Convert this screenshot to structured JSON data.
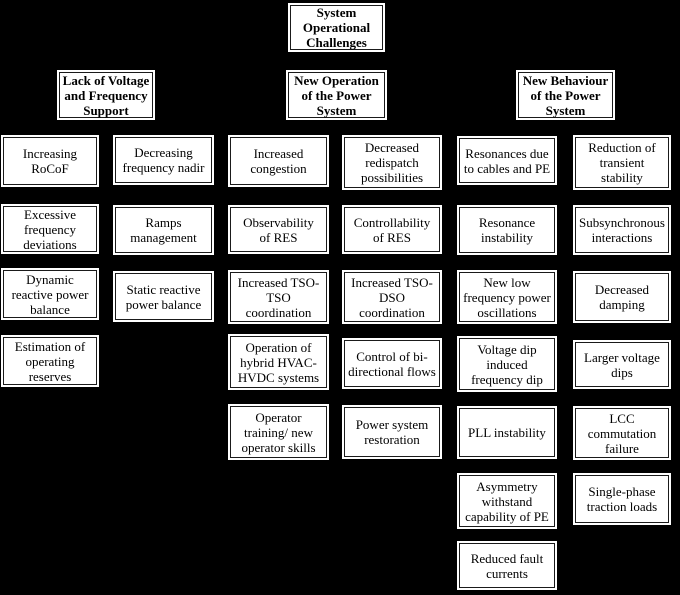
{
  "diagram": {
    "root": "System\nOperational\nChallenges",
    "branches": [
      {
        "header": "Lack of Voltage\nand Frequency\nSupport",
        "columns": [
          [
            "Increasing\nRoCoF",
            "Excessive\nfrequency\ndeviations",
            "Dynamic\nreactive power\nbalance",
            "Estimation of\noperating\nreserves"
          ],
          [
            "Decreasing\nfrequency nadir",
            "Ramps\nmanagement",
            "Static reactive\npower balance"
          ]
        ]
      },
      {
        "header": "New Operation\nof the Power\nSystem",
        "columns": [
          [
            "Increased\ncongestion",
            "Observability\nof RES",
            "Increased TSO-\nTSO\ncoordination",
            "Operation of\nhybrid HVAC-\nHVDC systems",
            "Operator\ntraining/ new\noperator skills"
          ],
          [
            "Decreased\nredispatch\npossibilities",
            "Controllability\nof RES",
            "Increased TSO-\nDSO\ncoordination",
            "Control of bi-\ndirectional flows",
            "Power system\nrestoration"
          ]
        ]
      },
      {
        "header": "New Behaviour\nof the Power\nSystem",
        "columns": [
          [
            "Resonances due\nto cables and PE",
            "Resonance\ninstability",
            "New low\nfrequency power\noscillations",
            "Voltage dip\ninduced\nfrequency dip",
            "PLL instability",
            "Asymmetry\nwithstand\ncapability of PE",
            "Reduced fault\ncurrents"
          ],
          [
            "Reduction of\ntransient\nstability",
            "Subsynchronous\ninteractions",
            "Decreased\ndamping",
            "Larger voltage\ndips",
            "LCC\ncommutation\nfailure",
            "Single-phase\ntraction loads"
          ]
        ]
      }
    ]
  },
  "colors": {
    "background": "#000000",
    "box_fill": "#ffffff",
    "box_border": "#1a1a1a",
    "text": "#000000"
  }
}
